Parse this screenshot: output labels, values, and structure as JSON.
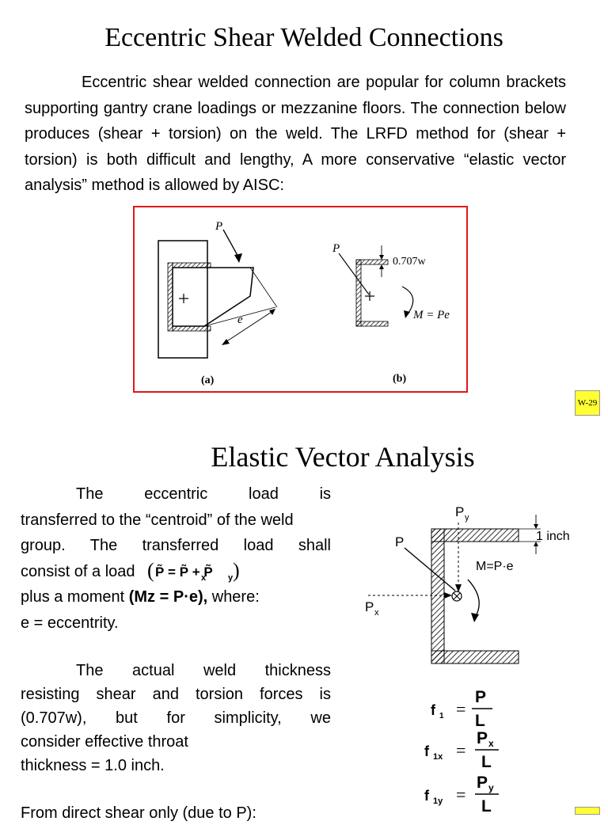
{
  "slide1": {
    "title": "Eccentric Shear Welded Connections",
    "paragraph": [
      "Eccentric shear welded connection are popular for column brackets supporting gantry crane loadings or mezzanine floors. The connection below produces (shear + torsion) on the weld. The LRFD method for (shear + torsion) is both difficult and lengthy, A more conservative “",
      "elastic vector analysis",
      "” method is allowed by AISC:"
    ],
    "figure": {
      "load_label": "P",
      "eccentricity_label": "e",
      "caption_a": "(a)",
      "caption_b": "(b)",
      "load_label_b": "P",
      "throat_label": "0.707w",
      "moment_label": "M = Pe"
    },
    "badge": "W-29"
  },
  "slide2": {
    "title": "Elastic Vector Analysis",
    "para1_line1": [
      "The",
      "eccentric",
      "load",
      "is"
    ],
    "para1_line2": "transferred to the “centroid” of the weld",
    "para1_line3": "group.  The  transferred  load  shall",
    "para1_line4": "consist of a load",
    "para1_line5_pre": "plus a moment ",
    "moment_eq": "(Mz = P·e),",
    "para1_line5_post": " where:",
    "para1_line6": "e = eccentrity.",
    "para2_line1": [
      "The",
      "actual",
      "weld",
      "thickness"
    ],
    "para2_line2": "resisting shear and torsion forces is",
    "para2_line3": [
      "(0.707w),",
      "but",
      "for",
      "simplicity,",
      "we"
    ],
    "para2_line4": "consider effective throat",
    "para2_line5": "thickness = 1.0 inch.",
    "para3": "From direct shear only (due to P):",
    "figure": {
      "py_label": "P",
      "py_sub": "y",
      "p_label": "P",
      "px_label": "P",
      "px_sub": "x",
      "thickness_label": "1 inch",
      "moment_label": "M=P·e"
    },
    "formulas": [
      {
        "lhs": "f",
        "lhs_sub": "1",
        "num": "P",
        "num_sub": "",
        "den": "L"
      },
      {
        "lhs": "f",
        "lhs_sub": "1x",
        "num": "P",
        "num_sub": "x",
        "den": "L"
      },
      {
        "lhs": "f",
        "lhs_sub": "1y",
        "num": "P",
        "num_sub": "y",
        "den": "L"
      }
    ]
  }
}
